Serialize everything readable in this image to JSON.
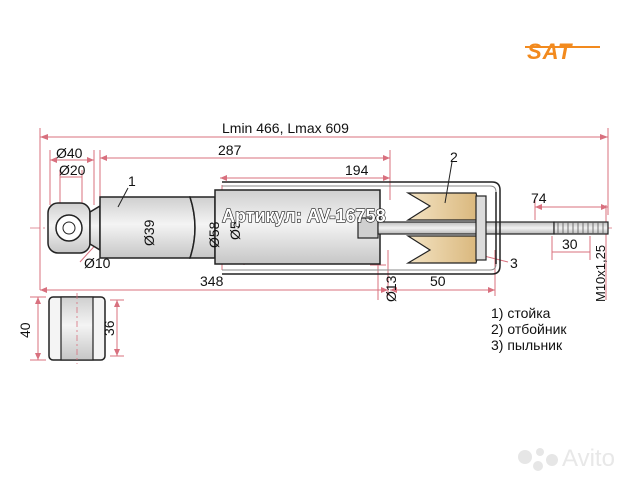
{
  "logo": {
    "text": "SAT",
    "color": "#f28a1e"
  },
  "article": "Артикул: AV-16758",
  "dimensions": {
    "length": "Lmin 466, Lmax 609",
    "d40": "Ø40",
    "d20": "Ø20",
    "d10": "Ø10",
    "l287": "287",
    "l194": "194",
    "l74": "74",
    "l30": "30",
    "l348": "348",
    "l50": "50",
    "d39": "Ø39",
    "d58": "Ø58",
    "d5x": "Ø5",
    "d13": "Ø13",
    "thread": "M10x1,25",
    "h40": "40",
    "h36": "36"
  },
  "callouts": {
    "c1": "1",
    "c2": "2",
    "c3": "3"
  },
  "legend": [
    "1) стойка",
    "2) отбойник",
    "3) пыльник"
  ],
  "watermark": "Avito",
  "colors": {
    "dim_line": "#d8707e",
    "outline": "#222222",
    "body_fill": "#dddddd",
    "bumper_fill": "#e8cfa2"
  }
}
